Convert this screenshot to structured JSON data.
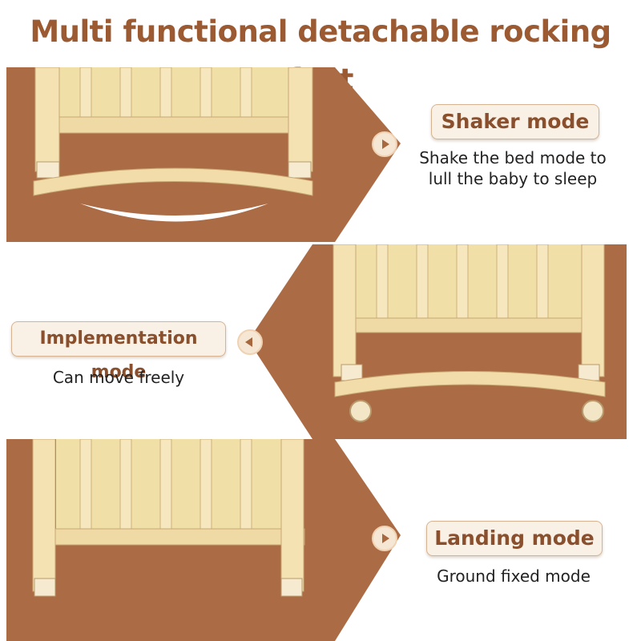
{
  "title": "Multi functional detachable rocking feet",
  "modes": [
    {
      "label": "Shaker mode",
      "description": "Shake the bed mode to lull the baby to sleep"
    },
    {
      "label": "Implementation mode",
      "description": "Can move freely"
    },
    {
      "label": "Landing mode",
      "description": "Ground fixed mode"
    }
  ],
  "colors": {
    "title": "#9b5a32",
    "panel_bg": "#ab6b45",
    "wood": "#f2dfb0",
    "pill_text": "#8a4f2c"
  },
  "icons": [
    "play-right-icon",
    "play-left-icon",
    "play-right-icon"
  ]
}
